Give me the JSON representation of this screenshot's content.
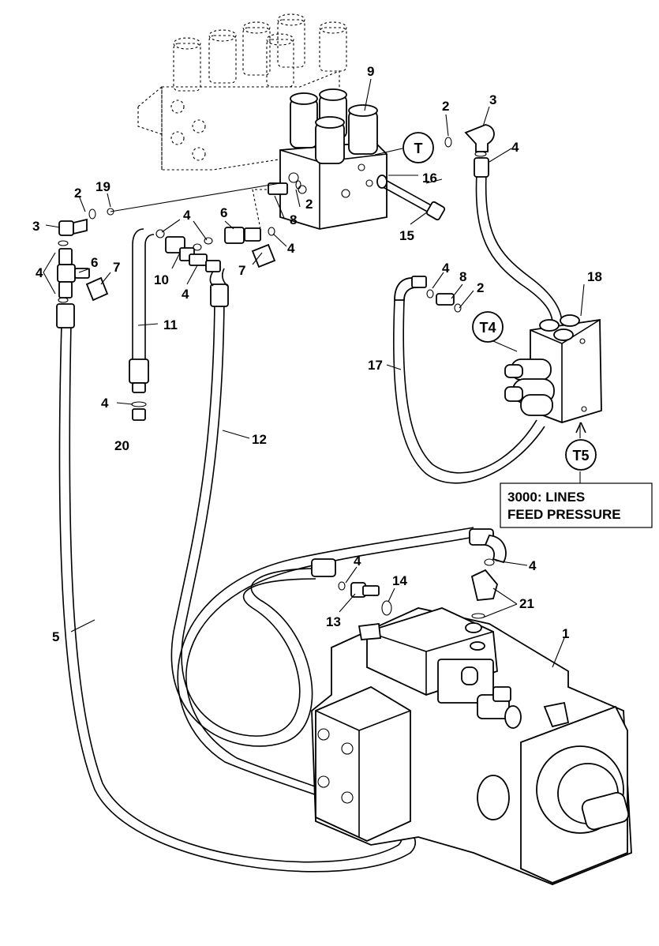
{
  "callouts": [
    {
      "id": "c1",
      "text": "1"
    },
    {
      "id": "c2a",
      "text": "2"
    },
    {
      "id": "c2b",
      "text": "2"
    },
    {
      "id": "c2c",
      "text": "2"
    },
    {
      "id": "c2d",
      "text": "2"
    },
    {
      "id": "c3a",
      "text": "3"
    },
    {
      "id": "c3b",
      "text": "3"
    },
    {
      "id": "c4a",
      "text": "4"
    },
    {
      "id": "c4b",
      "text": "4"
    },
    {
      "id": "c4c",
      "text": "4"
    },
    {
      "id": "c4d",
      "text": "4"
    },
    {
      "id": "c4e",
      "text": "4"
    },
    {
      "id": "c4f",
      "text": "4"
    },
    {
      "id": "c4g",
      "text": "4"
    },
    {
      "id": "c4h",
      "text": "4"
    },
    {
      "id": "c4i",
      "text": "4"
    },
    {
      "id": "c5",
      "text": "5"
    },
    {
      "id": "c6a",
      "text": "6"
    },
    {
      "id": "c6b",
      "text": "6"
    },
    {
      "id": "c7a",
      "text": "7"
    },
    {
      "id": "c7b",
      "text": "7"
    },
    {
      "id": "c8a",
      "text": "8"
    },
    {
      "id": "c8b",
      "text": "8"
    },
    {
      "id": "c9",
      "text": "9"
    },
    {
      "id": "c10",
      "text": "10"
    },
    {
      "id": "c11",
      "text": "11"
    },
    {
      "id": "c12",
      "text": "12"
    },
    {
      "id": "c13",
      "text": "13"
    },
    {
      "id": "c14",
      "text": "14"
    },
    {
      "id": "c15",
      "text": "15"
    },
    {
      "id": "c16",
      "text": "16"
    },
    {
      "id": "c17",
      "text": "17"
    },
    {
      "id": "c18",
      "text": "18"
    },
    {
      "id": "c19",
      "text": "19"
    },
    {
      "id": "c20",
      "text": "20"
    },
    {
      "id": "c21",
      "text": "21"
    }
  ],
  "test_points": [
    {
      "id": "T",
      "text": "T"
    },
    {
      "id": "T4",
      "text": "T4"
    },
    {
      "id": "T5",
      "text": "T5"
    }
  ],
  "note": {
    "line1": "3000: LINES",
    "line2": "FEED PRESSURE"
  }
}
